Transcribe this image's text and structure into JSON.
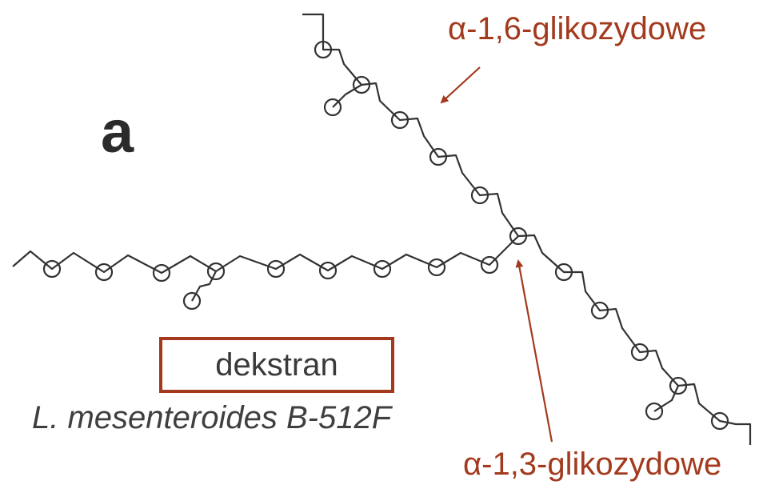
{
  "panel_letter": "a",
  "labels": {
    "alpha_1_6": "α-1,6-glikozydowe",
    "alpha_1_3": "α-1,3-glikozydowe"
  },
  "polymer": {
    "name": "dekstran",
    "strain": "L. mesenteroides B-512F"
  },
  "colors": {
    "accent": "#a33a1d",
    "ink": "#3a3a3a"
  }
}
